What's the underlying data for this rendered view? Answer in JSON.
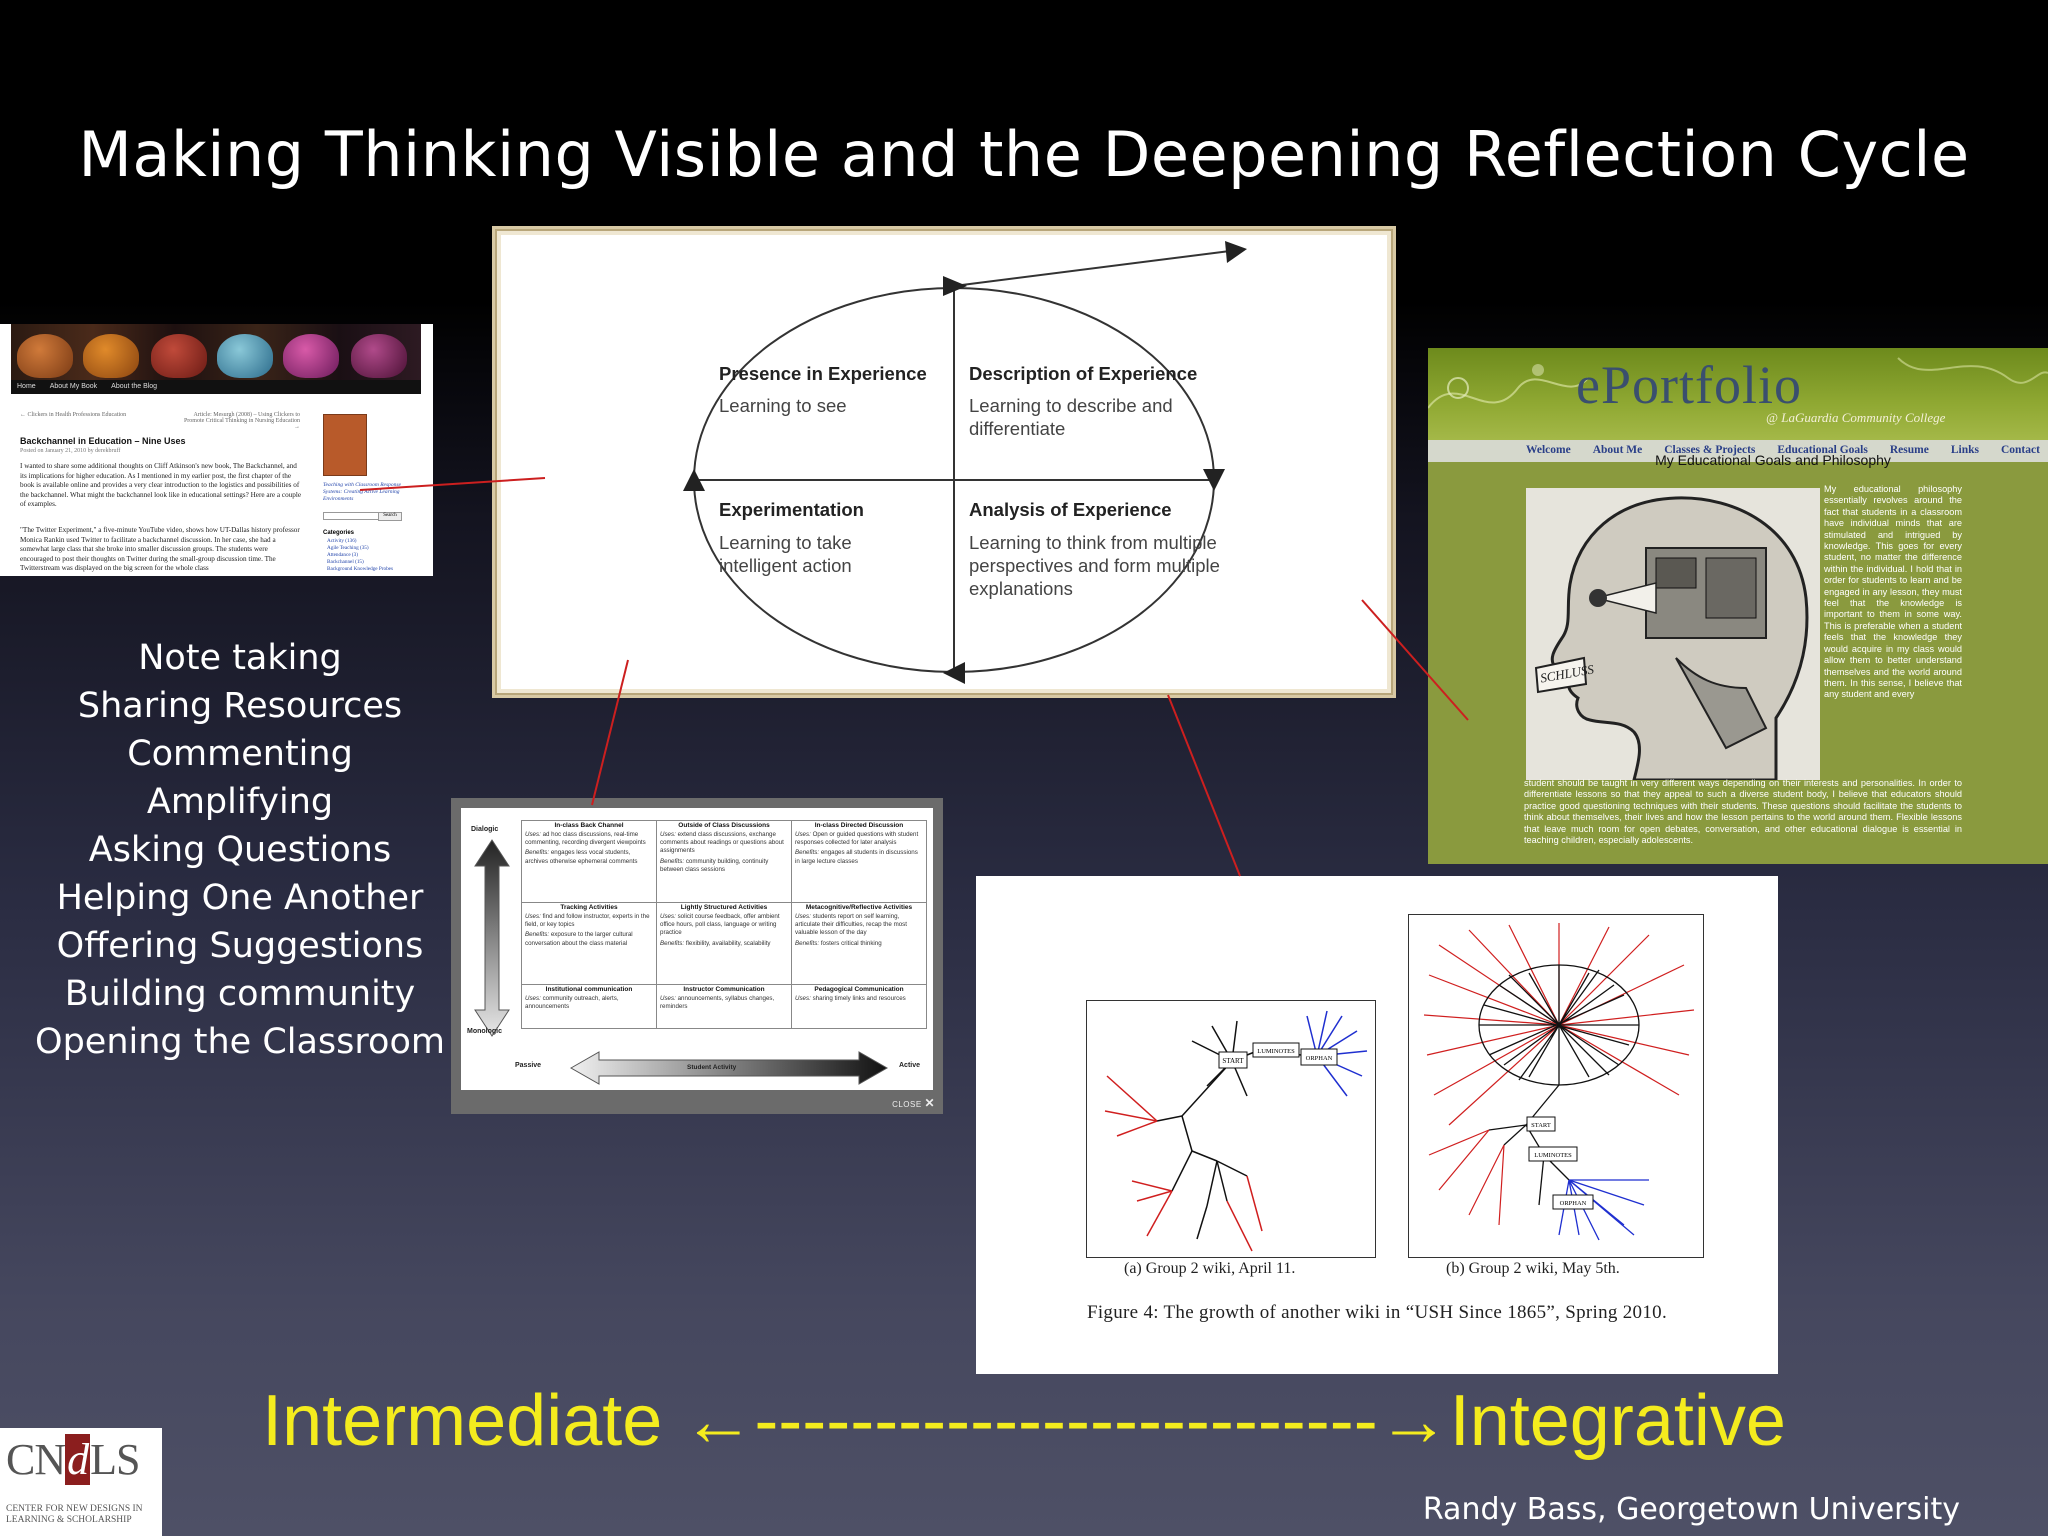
{
  "slide": {
    "title": "Making Thinking Visible and the Deepening Reflection Cycle",
    "credit": "Randy Bass, Georgetown University",
    "spectrum": "Intermediate ←--------------------------→Integrative",
    "accent_color": "#f4ec1e",
    "connector_color": "#cc1f1f"
  },
  "activities": [
    "Note taking",
    "Sharing Resources",
    "Commenting",
    "Amplifying",
    "Asking Questions",
    "Helping One Another",
    "Offering Suggestions",
    "Building community",
    "Opening the Classroom"
  ],
  "blog": {
    "nav": [
      "Home",
      "About My Book",
      "About the Blog"
    ],
    "crumbs_left": "← Clickers in Health Professions Education",
    "crumbs_right": "Article: Mesurgh (2008) – Using Clickers to Promote Critical Thinking in Nursing Education →",
    "post_title": "Backchannel in Education – Nine Uses",
    "meta": "Posted on January 21, 2010 by derekbruff",
    "para1": "I wanted to share some additional thoughts on Cliff Atkinson's new book, The Backchannel, and its implications for higher education. As I mentioned in my earlier post, the first chapter of the book is available online and provides a very clear introduction to the logistics and possibilities of the backchannel. What might the backchannel look like in educational settings? Here are a couple of examples.",
    "para2": "\"The Twitter Experiment,\" a five-minute YouTube video, shows how UT-Dallas history professor Monica Rankin used Twitter to facilitate a backchannel discussion. In her case, she had a somewhat large class that she broke into smaller discussion groups. The students were encouraged to post their thoughts on Twitter during the small-group discussion time. The Twitterstream was displayed on the big screen for the whole class",
    "side_link": "Teaching with Classroom Response Systems: Creating Active Learning Environments",
    "search_button": "Search",
    "categories_title": "Categories",
    "categories": [
      "Activity (136)",
      "Agile Teaching (35)",
      "Attendance (3)",
      "Backchannel (15)",
      "Background Knowledge Probes"
    ]
  },
  "cycle": {
    "q1_title": "Presence in Experience",
    "q1_sub": "Learning to see",
    "q2_title": "Description of Experience",
    "q2_sub": "Learning to describe and differentiate",
    "q3_title": "Experimentation",
    "q3_sub": "Learning to take intelligent action",
    "q4_title": "Analysis of Experience",
    "q4_sub": "Learning to think from multiple perspectives and form multiple explanations"
  },
  "backchannel": {
    "axis_top": "Dialogic",
    "axis_bottom": "Monologic",
    "axis_left": "Passive",
    "axis_right": "Active",
    "axis_center": "Student Activity",
    "close": "CLOSE",
    "rows": [
      [
        {
          "h": "In-class Back Channel",
          "uses": "ad hoc class discussions, real-time commenting, recording divergent viewpoints",
          "benefits": "engages less vocal students, archives otherwise ephemeral comments"
        },
        {
          "h": "Outside of Class Discussions",
          "uses": "extend class discussions, exchange comments about readings or questions about assignments",
          "benefits": "community building, continuity between class sessions"
        },
        {
          "h": "In-class Directed Discussion",
          "uses": "Open or guided questions with student responses collected for later analysis",
          "benefits": "engages all students in discussions in large lecture classes"
        }
      ],
      [
        {
          "h": "Tracking Activities",
          "uses": "find and follow instructor, experts in the field, or key topics",
          "benefits": "exposure to the larger cultural conversation about the class material"
        },
        {
          "h": "Lightly Structured Activities",
          "uses": "solicit course feedback, offer ambient office hours, poll class, language or writing practice",
          "benefits": "flexibility, availability, scalability"
        },
        {
          "h": "Metacognitive/Reflective Activities",
          "uses": "students report on self learning, articulate their difficulties, recap the most valuable lesson of the day",
          "benefits": "fosters critical thinking"
        }
      ],
      [
        {
          "h": "Institutional communication",
          "uses": "community outreach, alerts, announcements",
          "benefits": ""
        },
        {
          "h": "Instructor Communication",
          "uses": "announcements, syllabus changes, reminders",
          "benefits": ""
        },
        {
          "h": "Pedagogical Communication",
          "uses": "sharing timely links and resources",
          "benefits": ""
        }
      ]
    ],
    "uses_label": "Uses:",
    "benefits_label": "Benefits:"
  },
  "eportfolio": {
    "logo": "ePortfolio",
    "subtitle": "@ LaGuardia Community College",
    "nav": [
      "Welcome",
      "About Me",
      "Classes & Projects",
      "Educational Goals",
      "Resume",
      "Links",
      "Contact"
    ],
    "page_title": "My Educational Goals and Philosophy",
    "image_label": "SCHLUSS",
    "side_text": "My educational philosophy essentially revolves around the fact that students in a classroom have individual minds that are stimulated and intrigued by knowledge. This goes for every student, no matter the difference within the individual. I hold that in order for students to learn and be engaged in any lesson, they must feel that the knowledge is important to them in some way. This is preferable when a student feels that the knowledge they would acquire in my class would allow them to better understand themselves and the world around them. In this sense, I believe that any student and every",
    "bottom_text": "student should be taught in very different ways depending on their interests and personalities. In order to differentiate lessons so that they appeal to such a diverse student body, I believe that educators should practice good questioning techniques with their students. These questions should facilitate the students to think about themselves, their lives and how the lesson pertains to the world around them. Flexible lessons that leave much room for open debates, conversation, and other educational dialogue is essential in teaching children, especially adolescents."
  },
  "wiki": {
    "panel_a_caption": "(a) Group 2 wiki, April 11.",
    "panel_b_caption": "(b) Group 2 wiki, May 5th.",
    "node_start": "START",
    "node_luminotes": "LUMINOTES",
    "node_orphan": "ORPHAN",
    "figure_caption": "Figure 4:  The growth of another wiki in “USH Since 1865”, Spring 2010."
  },
  "logo": {
    "mark_left": "CN",
    "mark_d": "d",
    "mark_right": "LS",
    "text": "Center for New Designs in Learning & Scholarship"
  }
}
